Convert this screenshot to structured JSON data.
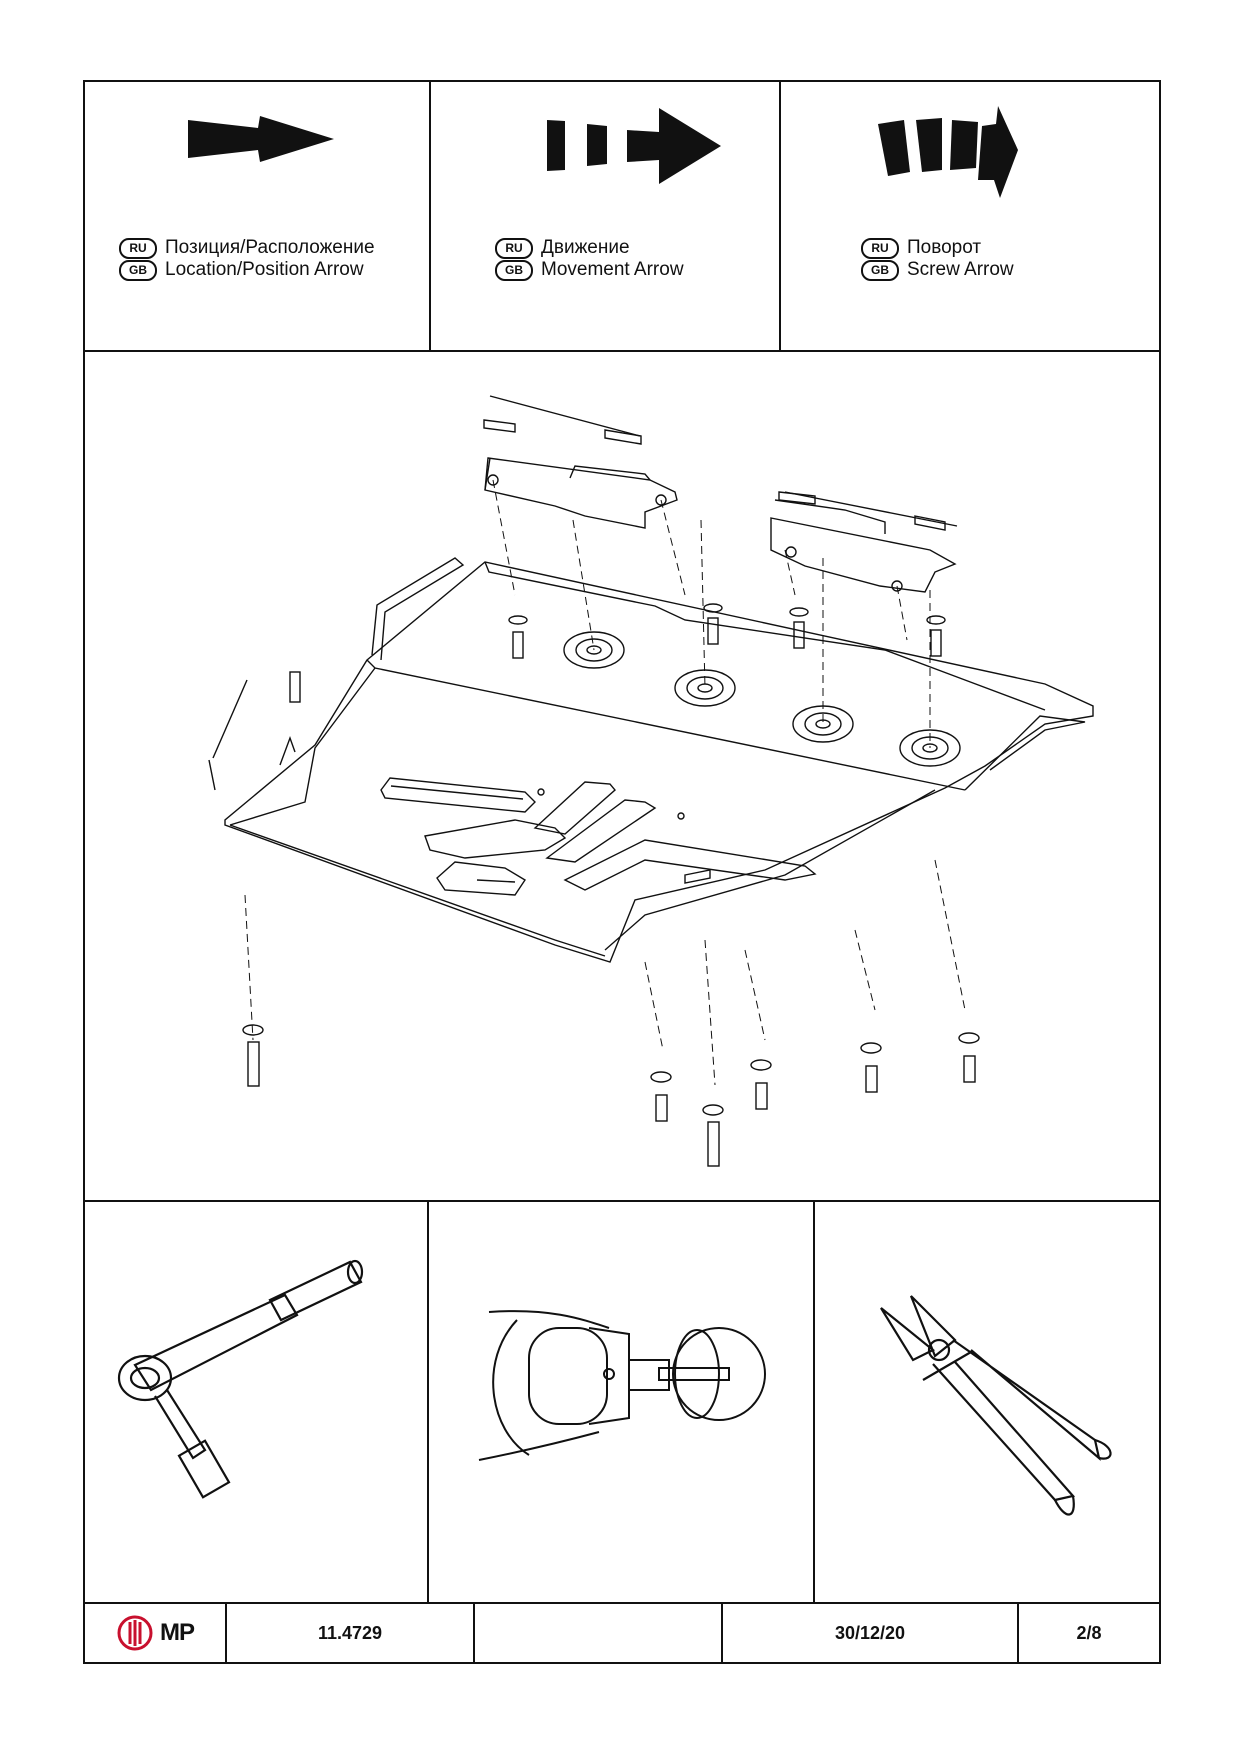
{
  "legend": [
    {
      "ru_badge": "RU",
      "ru_text": "Позиция/Расположение",
      "gb_badge": "GB",
      "gb_text": "Location/Position Arrow",
      "icon": "location-arrow-icon"
    },
    {
      "ru_badge": "RU",
      "ru_text": "Движение",
      "gb_badge": "GB",
      "gb_text": "Movement Arrow",
      "icon": "movement-arrow-icon"
    },
    {
      "ru_badge": "RU",
      "ru_text": "Поворот",
      "gb_badge": "GB",
      "gb_text": "Screw Arrow",
      "icon": "screw-arrow-icon"
    }
  ],
  "diagram": {
    "icon": "skid-plate-exploded-view"
  },
  "tools": [
    {
      "icon": "ratchet-wrench-icon"
    },
    {
      "icon": "drill-hole-saw-icon"
    },
    {
      "icon": "side-cutters-icon"
    }
  ],
  "footer": {
    "logo_text": "MP",
    "logo_color": "#c8102e",
    "part_number": "11.4729",
    "blank": "",
    "date": "30/12/20",
    "page": "2/8"
  }
}
